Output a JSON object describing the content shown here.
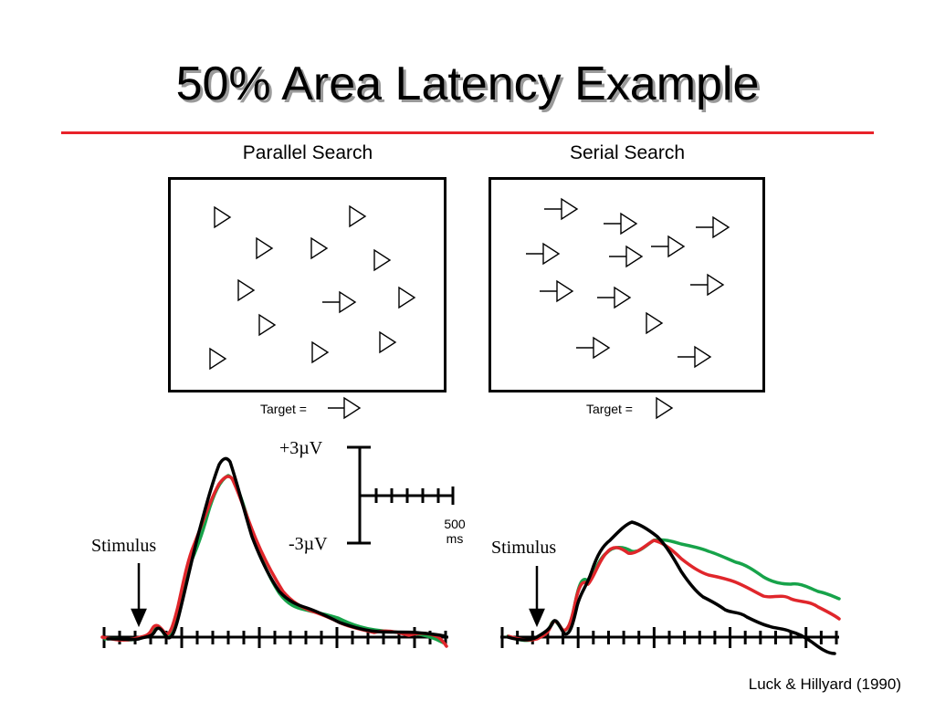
{
  "slide": {
    "title": "50% Area Latency Example",
    "citation": "Luck & Hillyard (1990)"
  },
  "panels": {
    "parallel": {
      "title": "Parallel Search",
      "target_label": "Target =",
      "target_icon": "arrow-with-stem-icon"
    },
    "serial": {
      "title": "Serial Search",
      "target_label": "Target =",
      "target_icon": "plain-triangle-icon"
    }
  },
  "scale_bar": {
    "top_label": "+3µV",
    "bottom_label": "-3µV",
    "time_label_line1": "500",
    "time_label_line2": "ms"
  },
  "stimulus_labels": {
    "left": "Stimulus",
    "right": "Stimulus"
  },
  "colors": {
    "rule": "#e8222a",
    "black_wave": "#000000",
    "red_wave": "#e0262b",
    "green_wave": "#17a34a"
  }
}
